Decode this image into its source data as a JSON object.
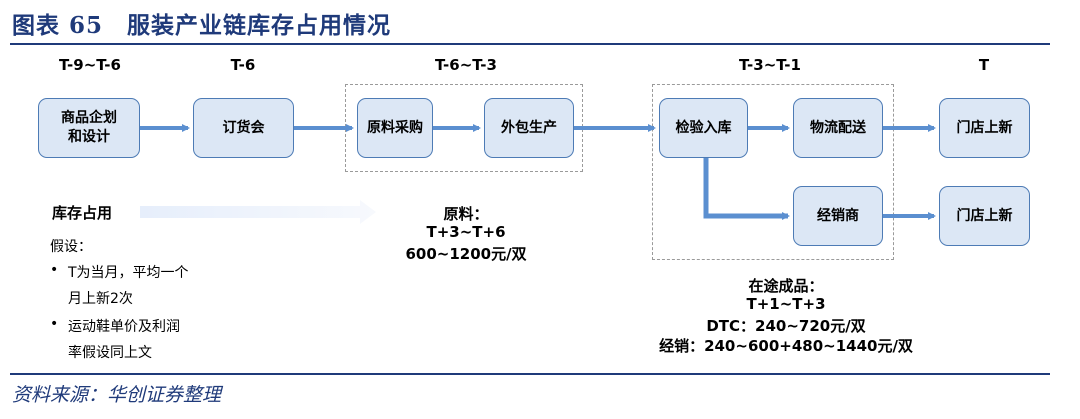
{
  "title": "图表 65　服装产业链库存占用情况",
  "source": "资料来源：华创证券整理",
  "stages": {
    "s1": "T-9~T-6",
    "s2": "T-6",
    "s3": "T-6~T-3",
    "s4": "T-3~T-1",
    "s5": "T"
  },
  "nodes": {
    "planning": "商品企划\n和设计",
    "order_meeting": "订货会",
    "raw_purchase": "原料采购",
    "outsourcing": "外包生产",
    "inspection": "检验入库",
    "logistics": "物流配送",
    "store_new_1": "门店上新",
    "distributor": "经销商",
    "store_new_2": "门店上新"
  },
  "inventory": {
    "label": "库存占用",
    "assumption_title": "假设：",
    "bullets": [
      "T为当月，平均一个\n月上新2次",
      "运动鞋单价及利润\n率假设同上文"
    ],
    "bullet_line1": "T为当月，平均一个",
    "bullet_line2": "月上新2次",
    "bullet2_line1": "运动鞋单价及利润",
    "bullet2_line2": "率假设同上文"
  },
  "raw_material_note": {
    "line1": "原料：",
    "line2": "T+3~T+6",
    "line3": "600~1200元/双"
  },
  "in_transit_note": {
    "line1": "在途成品：",
    "line2": "T+1~T+3",
    "line3": "DTC：240~720元/双",
    "line4": "经销：240~600+480~1440元/双"
  },
  "colors": {
    "accent": "#1f3a7a",
    "node_fill": "#dce7f5",
    "node_border": "#4d7bb5",
    "arrow": "#5b8fd0"
  }
}
